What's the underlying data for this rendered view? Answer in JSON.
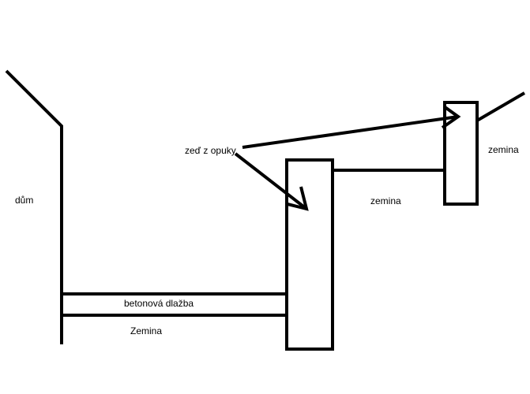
{
  "labels": {
    "house": "dům",
    "paving": "betonová  dlažba",
    "soil_lower": "Zemina",
    "wall_label": "zeď z opuky",
    "soil_middle": "zemina",
    "soil_upper": "zemina"
  }
}
